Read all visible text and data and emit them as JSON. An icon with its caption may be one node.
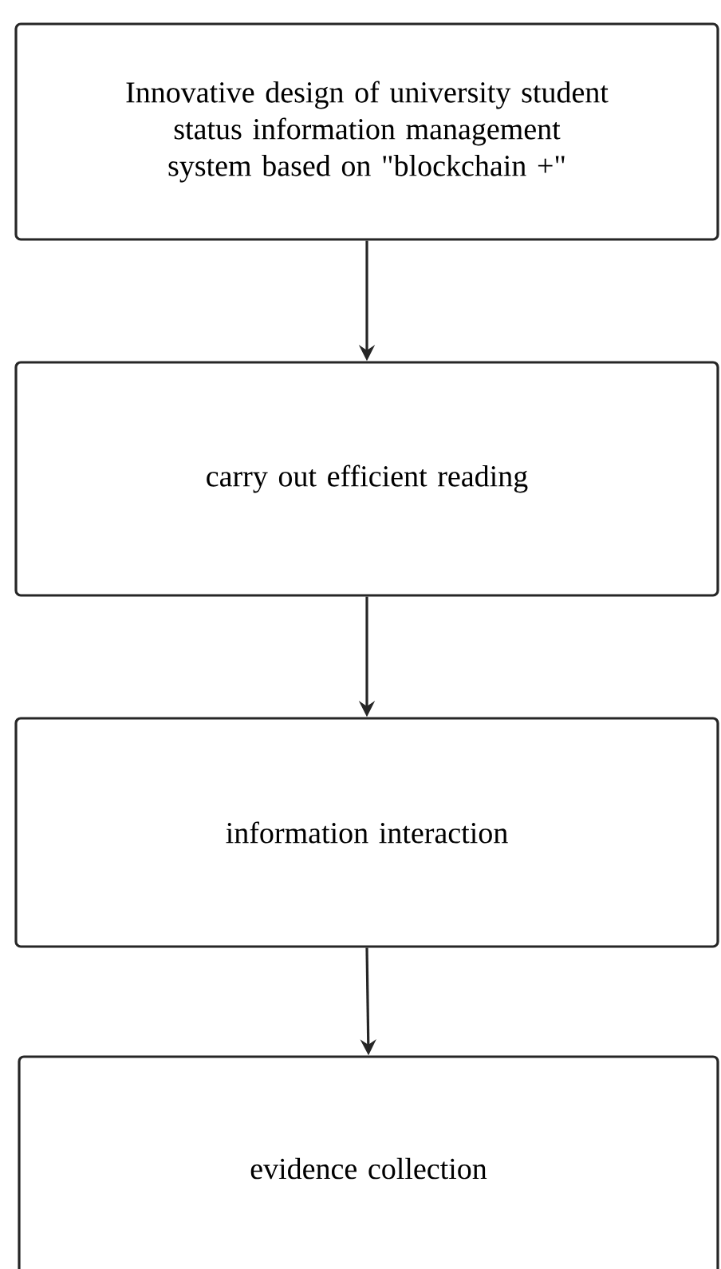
{
  "diagram": {
    "nodes": [
      {
        "text": [
          "Innovative design of university student status information management system based on \"blockchain +\""
        ]
      },
      {
        "text": [
          "carry out efficient reading"
        ]
      },
      {
        "text": [
          "information interaction"
        ]
      },
      {
        "text": [
          "evidence collection"
        ]
      }
    ],
    "edges": [
      {
        "from": 0,
        "to": 1,
        "arrow": "to"
      },
      {
        "from": 1,
        "to": 2,
        "arrow": "to"
      },
      {
        "from": 2,
        "to": 3,
        "arrow": "to"
      }
    ]
  }
}
